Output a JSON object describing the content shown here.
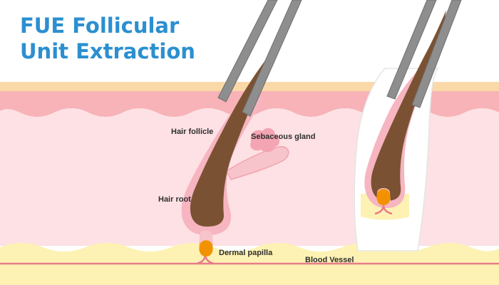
{
  "title": {
    "line1": "FUE Follicular",
    "line2": "Unit Extraction"
  },
  "labels": {
    "hair_follicle": "Hair follicle",
    "sebaceous_gland": "Sebaceous gland",
    "hair_root": "Hair root",
    "dermal_papilla": "Dermal papilla",
    "blood_vessel": "Blood Vessel"
  },
  "colors": {
    "title": "#2b8fd0",
    "epidermis_top": "#fbd8a8",
    "epidermis": "#f7b3b8",
    "dermis": "#fde1e4",
    "fat_layer": "#fdf2b3",
    "blood_vessel": "#e97b8a",
    "hair": "#7a5233",
    "papilla": "#f39200",
    "tool": "#8e8e8e"
  }
}
